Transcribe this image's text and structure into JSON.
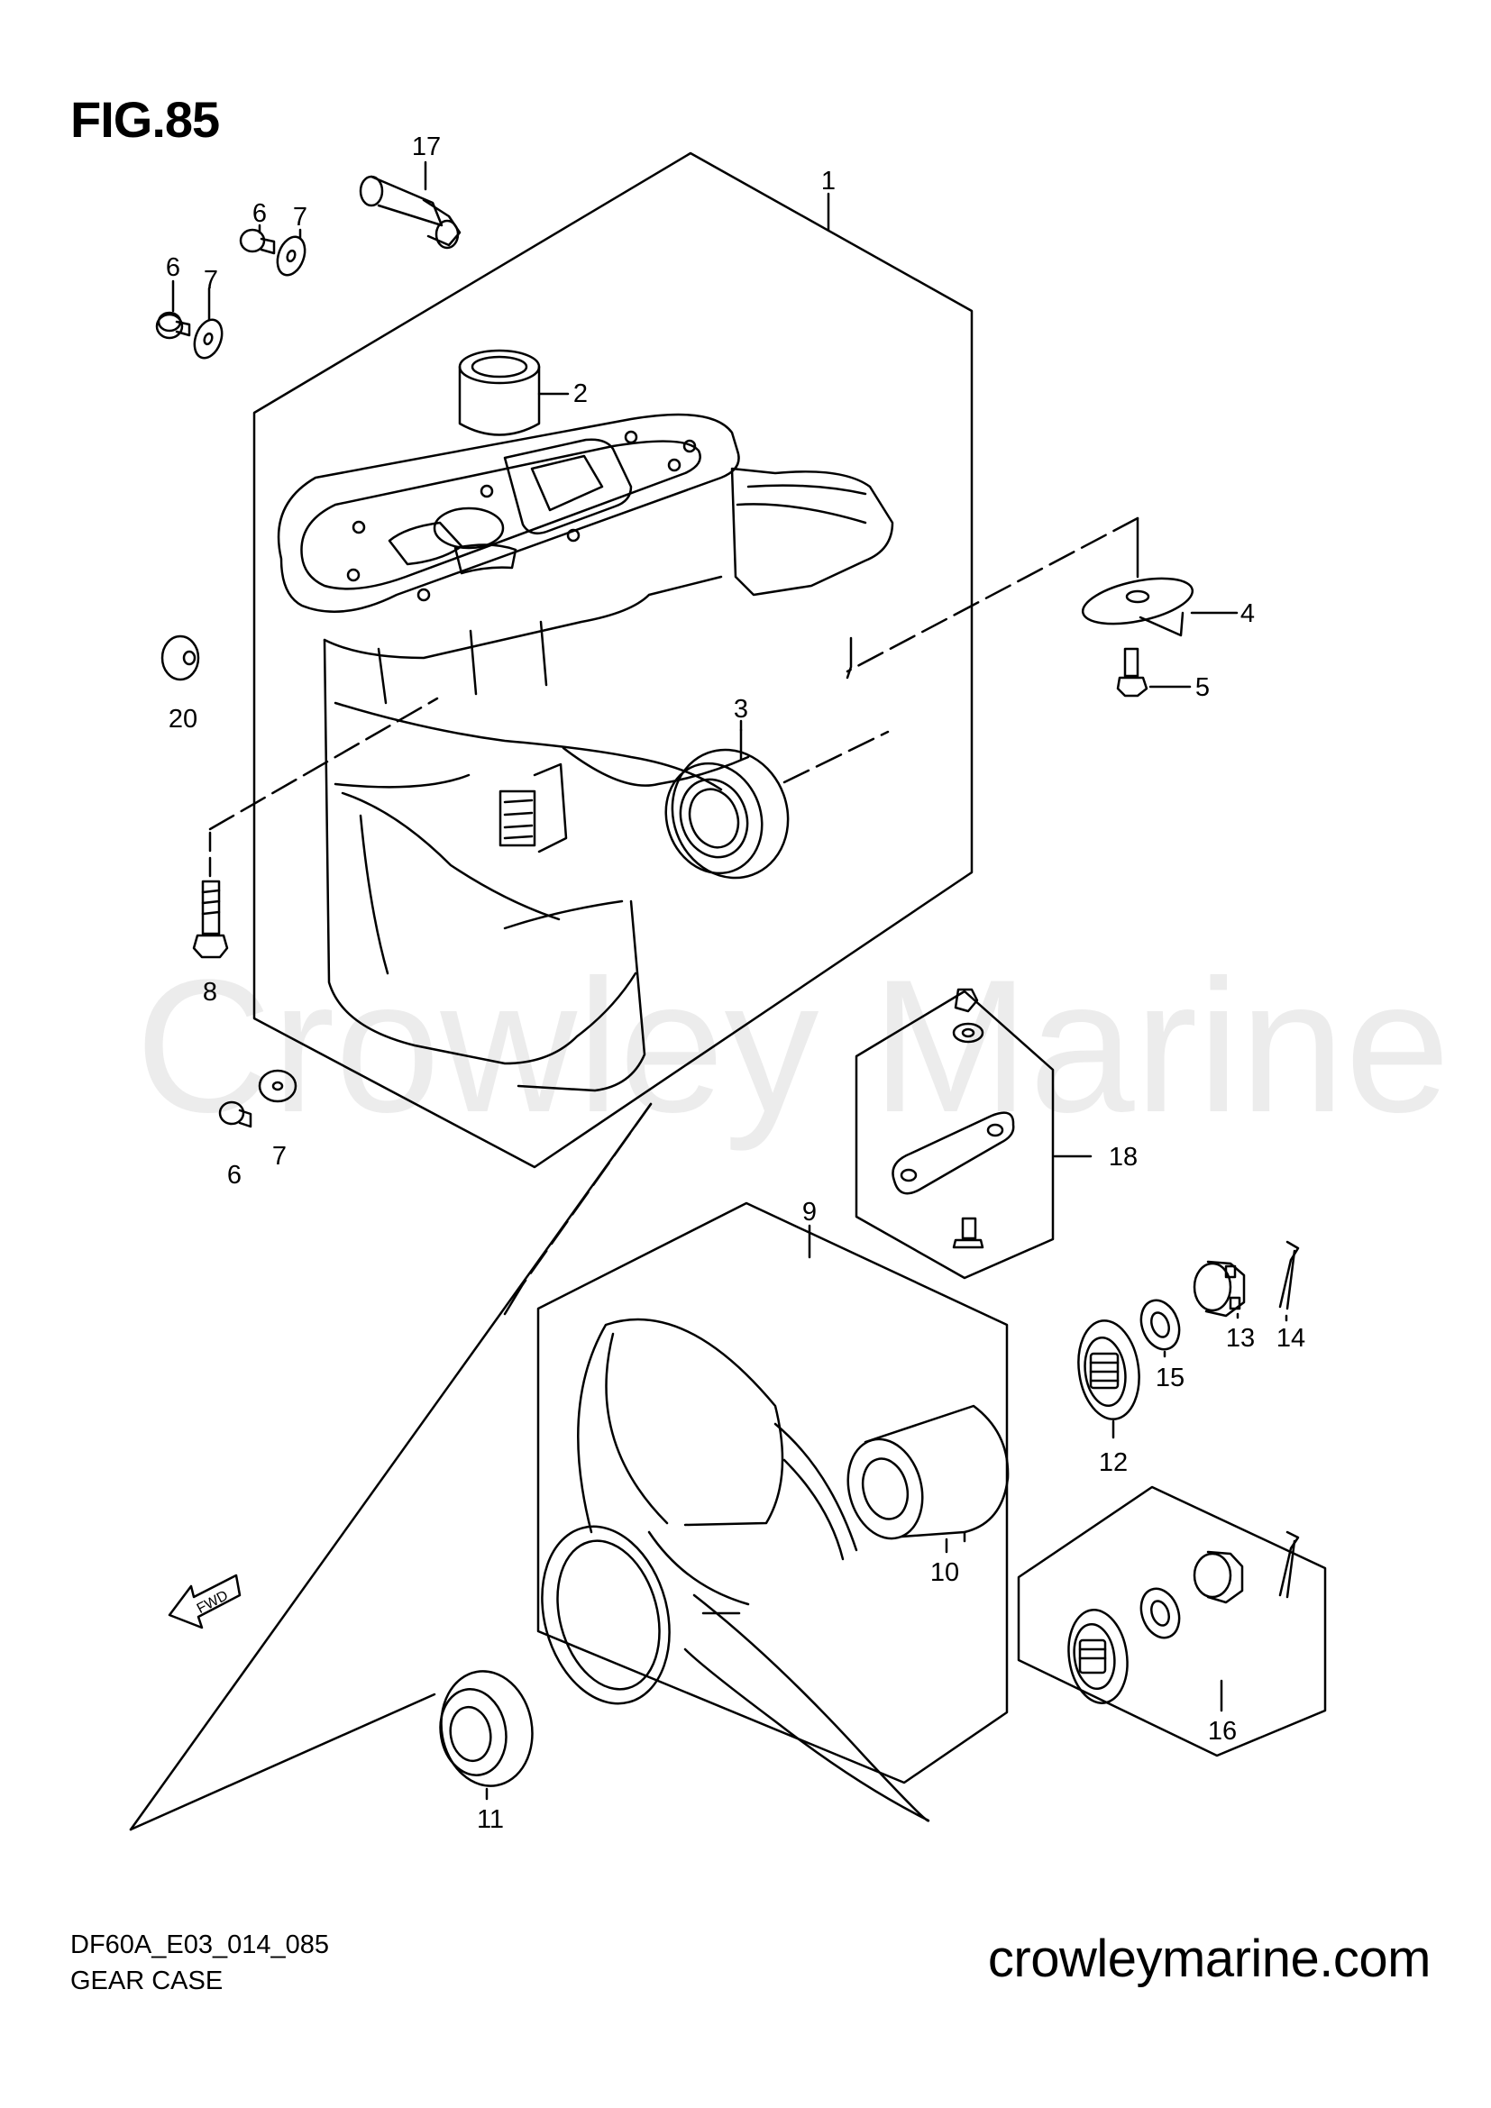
{
  "figure_title": "FIG.85",
  "diagram_code": "DF60A_E03_014_085",
  "section_name": "GEAR CASE",
  "website": "crowleymarine.com",
  "watermark": "Crowley Marine",
  "fwd_label": "FWD",
  "callouts": {
    "c1": "1",
    "c2": "2",
    "c3": "3",
    "c4": "4",
    "c5": "5",
    "c6a": "6",
    "c6b": "6",
    "c6c": "6",
    "c7a": "7",
    "c7b": "7",
    "c7c": "7",
    "c8": "8",
    "c9": "9",
    "c10": "10",
    "c11": "11",
    "c12": "12",
    "c13": "13",
    "c14": "14",
    "c15": "15",
    "c16": "16",
    "c17": "17",
    "c18": "18",
    "c20": "20"
  }
}
